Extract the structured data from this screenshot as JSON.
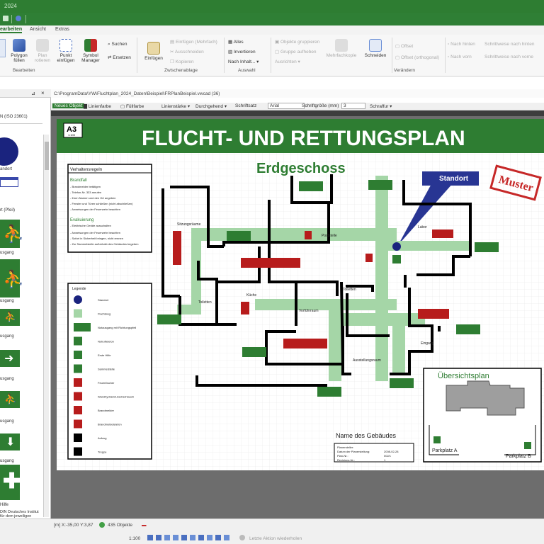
{
  "window": {
    "title": "2024"
  },
  "ribbon": {
    "tabs": [
      {
        "label": "earbeiten",
        "active": true
      },
      {
        "label": "Ansicht",
        "active": false
      },
      {
        "label": "Extras",
        "active": false
      }
    ],
    "groups": {
      "bearbeiten": "Bearbeiten",
      "zwischenablage": "Zwischenablage",
      "auswahl": "Auswahl",
      "veraendern": "Verändern"
    },
    "buttons": {
      "polygon_fuellen": "Polygon füllen",
      "plan_rotieren": "Plan rotieren",
      "punkt_einfuegen": "Punkt einfügen",
      "symbol_manager": "Symbol Manager",
      "suchen": "Suchen",
      "ersetzen": "Ersetzen",
      "einfuegen": "Einfügen",
      "einfuegen_mehrfach": "Einfügen (Mehrfach)",
      "ausschneiden": "Ausschneiden",
      "kopieren": "Kopieren",
      "alles": "Alles",
      "invertieren": "Invertieren",
      "nach_inhalt": "Nach Inhalt...",
      "objekte_gruppieren": "Objekte gruppieren",
      "gruppe_aufheben": "Gruppe aufheben",
      "ausrichten": "Ausrichten",
      "mehrfachkopie": "Mehrfachkopie",
      "schneiden": "Schneiden",
      "offset": "Offset",
      "offset_orthogonal": "Offset (orthogonal)",
      "nach_hinten": "Nach hinten",
      "nach_vorn": "Nach vorn",
      "schrittweise_hinten": "Schrittweise nach hinten",
      "schrittweise_vorne": "Schrittweise nach vorne"
    }
  },
  "left_panel": {
    "subtitle": "N (ISO 23601)",
    "items": [
      "andort",
      "rt (Pfeil)",
      "usgang",
      "usgang",
      "usgang",
      "usgang",
      "usgang",
      "usgang",
      "Hilfe"
    ],
    "footer": "DIN Deutsches Institut für dem jeweiligen Stand der vare GmbH)."
  },
  "document": {
    "path": "C:\\ProgramData\\YW\\Fluchtplan_2024_Daten\\Beispiel\\FRPlanBeispiel.vwcad (36)"
  },
  "format_bar": {
    "neues_objekt": "Neues Objekt",
    "linienfarbe": "Linienfarbe",
    "fuellfarbe": "Füllfarbe",
    "linienstaerke": "Linienstärke",
    "durchgehend": "Durchgehend",
    "schriftsatz": "Schriftsatz",
    "font": "Arial",
    "schriftgroesse": "Schriftgröße (mm)",
    "schriftgroesse_value": "3",
    "schraffur": "Schraffur"
  },
  "plan": {
    "format": "A3",
    "format_scale": "1:100",
    "title": "FLUCHT- UND RETTUNGSPLAN",
    "floor": "Erdgeschoss",
    "standort_label": "Standort",
    "muster": "Muster",
    "verhaltensregeln": {
      "title": "Verhaltensregeln",
      "brandfall": "Brandfall",
      "brandfall_items": [
        "- Brandmelder betätigen",
        "- Telefon-Nr. 333 anrufen",
        "- Ihren Namen und den Ort angeben",
        "- Fenster und Türen schließen (nicht abschließen)",
        "- Anweisungen der Feuerwehr beachten"
      ],
      "evakuierung": "Evakuierung",
      "evakuierung_items": [
        "- Elektrische Geräte ausschalten",
        "- Anweisungen der Feuerwehr beachten",
        "- Sofort in Sicherheit bringen, nicht rennen",
        "- Zur Sammelstelle außerhalb des Gebäudes begeben"
      ]
    },
    "legende": {
      "title": "Legende",
      "items": [
        {
          "label": "Standort",
          "icon": "standort-icon",
          "color": "#1a237e"
        },
        {
          "label": "Fluchtweg",
          "icon": "arrow-right-icon",
          "color": "#a5d6a7"
        },
        {
          "label": "Notausgang mit Richtungspfeil",
          "icon": "exit-sign-icon",
          "color": "#2e7d32"
        },
        {
          "label": "Notrufteleton",
          "icon": "phone-icon",
          "color": "#2e7d32"
        },
        {
          "label": "Erste Hilfe",
          "icon": "first-aid-icon",
          "color": "#2e7d32"
        },
        {
          "label": "Sammelstelle",
          "icon": "assembly-icon",
          "color": "#2e7d32"
        },
        {
          "label": "Feuerlöscher",
          "icon": "extinguisher-icon",
          "color": "#b71c1c"
        },
        {
          "label": "Wandhydrant/Löschschlauch",
          "icon": "hydrant-icon",
          "color": "#b71c1c"
        },
        {
          "label": "Brandmelder",
          "icon": "alarm-icon",
          "color": "#b71c1c"
        },
        {
          "label": "Brandmeldetelefon",
          "icon": "fire-phone-icon",
          "color": "#b71c1c"
        },
        {
          "label": "Aufzug",
          "icon": "elevator-icon",
          "color": "#000000"
        },
        {
          "label": "Treppe",
          "icon": "stairs-icon",
          "color": "#000000"
        }
      ]
    },
    "rooms": {
      "sitzungsraeume": "Sitzungsräume",
      "poststelle": "Poststelle",
      "labor": "Labor",
      "kueche": "Küche",
      "toiletten_a": "Toiletten",
      "toiletten_b": "Toiletten",
      "vorfuehrraum": "Vorführraum",
      "eingang": "Eingang",
      "ausstellungsraum": "Ausstellungsraum"
    },
    "building_name": "Name des Gebäudes",
    "info": [
      {
        "k": "Planersteller:",
        "v": ""
      },
      {
        "k": "Datum der Planerstellung:",
        "v": "2008-02-28"
      },
      {
        "k": "Plan-Nr.:",
        "v": "002/1"
      },
      {
        "k": "Revisions-Nr.:",
        "v": "1"
      }
    ],
    "overview": {
      "title": "Übersichtsplan",
      "parkplatz_a": "Parkplatz A",
      "parkplatz_b": "Parkplatz B"
    }
  },
  "status": {
    "coords": "[m] X:-35,00 Y:3,87",
    "objects": "435 Objekte",
    "scale": "1:100",
    "letzte_aktion": "Letzte Aktion wiederholen"
  },
  "colors": {
    "brand_green": "#2e7d32",
    "escape_path": "#a5d6a7",
    "fire_red": "#b71c1c",
    "standort_blue": "#1a237e"
  }
}
